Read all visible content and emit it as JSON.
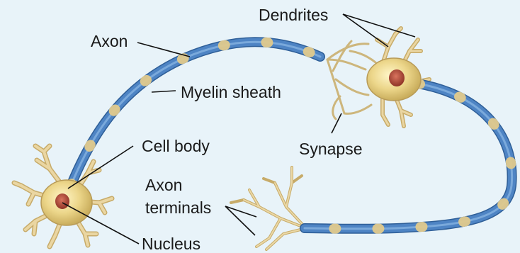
{
  "diagram": {
    "labels": {
      "dendrites": "Dendrites",
      "axon": "Axon",
      "myelin_sheath": "Myelin sheath",
      "cell_body": "Cell body",
      "synapse": "Synapse",
      "axon_terminals_line1": "Axon",
      "axon_terminals_line2": "terminals",
      "nucleus": "Nucleus"
    },
    "colors": {
      "background": "#e8f3f9",
      "myelin": "#4e84c4",
      "myelin_highlight": "#8db9e6",
      "myelin_dark": "#2f5f98",
      "axon_core": "#e0c98c",
      "dendrite": "#e3cf9a",
      "dendrite_outline": "#b99a55",
      "cell_body": "#ebd68a",
      "nucleus": "#b04a38",
      "leader_line": "#111111"
    }
  }
}
